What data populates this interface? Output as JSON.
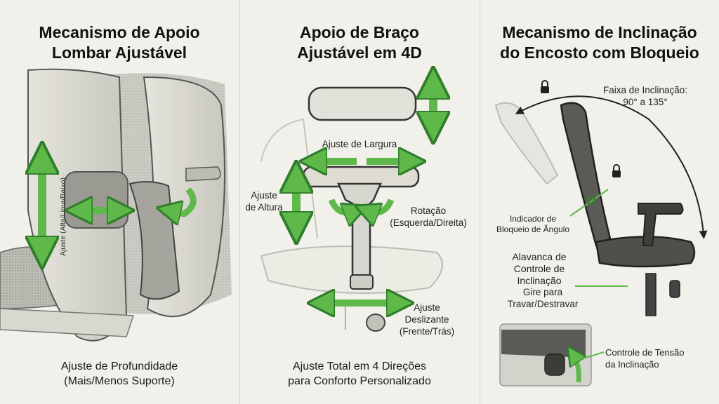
{
  "panels": [
    {
      "title": [
        "Mecanismo de Apoio",
        "Lombar Ajustável"
      ],
      "vertical_label": "Ajuste (Alta/Lima/Baixo)",
      "caption": [
        "Ajuste de Profundidade",
        "(Mais/Menos Suporte)"
      ]
    },
    {
      "title": [
        "Apoio de Braço",
        "Ajustável em 4D"
      ],
      "width_label": "Ajuste de Largura",
      "height_label": [
        "Ajuste",
        "de Altura"
      ],
      "rotation_label": [
        "Rotação",
        "(Esquerda/Direita)"
      ],
      "slide_label": [
        "Ajuste",
        "Deslizante",
        "(Frente/Trás)"
      ],
      "caption": [
        "Ajuste Total em 4 Direções",
        "para Conforto Personalizado"
      ]
    },
    {
      "title": [
        "Mecanismo de Inclinação",
        "do Encosto com Bloqueio"
      ],
      "range_label": [
        "Faixa de Inclinação:",
        "90° a 135°"
      ],
      "indicator_label": [
        "Indicador de",
        "Bloqueio de Ângulo"
      ],
      "lever_label": [
        "Alavanca de",
        "Controle de",
        "Inclinação"
      ],
      "lever_sub": [
        "Gire para",
        "Travar/Destravar"
      ],
      "tension_label": [
        "Controle de Tensão",
        "da Inclinação"
      ]
    }
  ],
  "colors": {
    "arrow_green": "#5fb84a",
    "arrow_dark": "#2f7d2a",
    "line": "#333333"
  }
}
